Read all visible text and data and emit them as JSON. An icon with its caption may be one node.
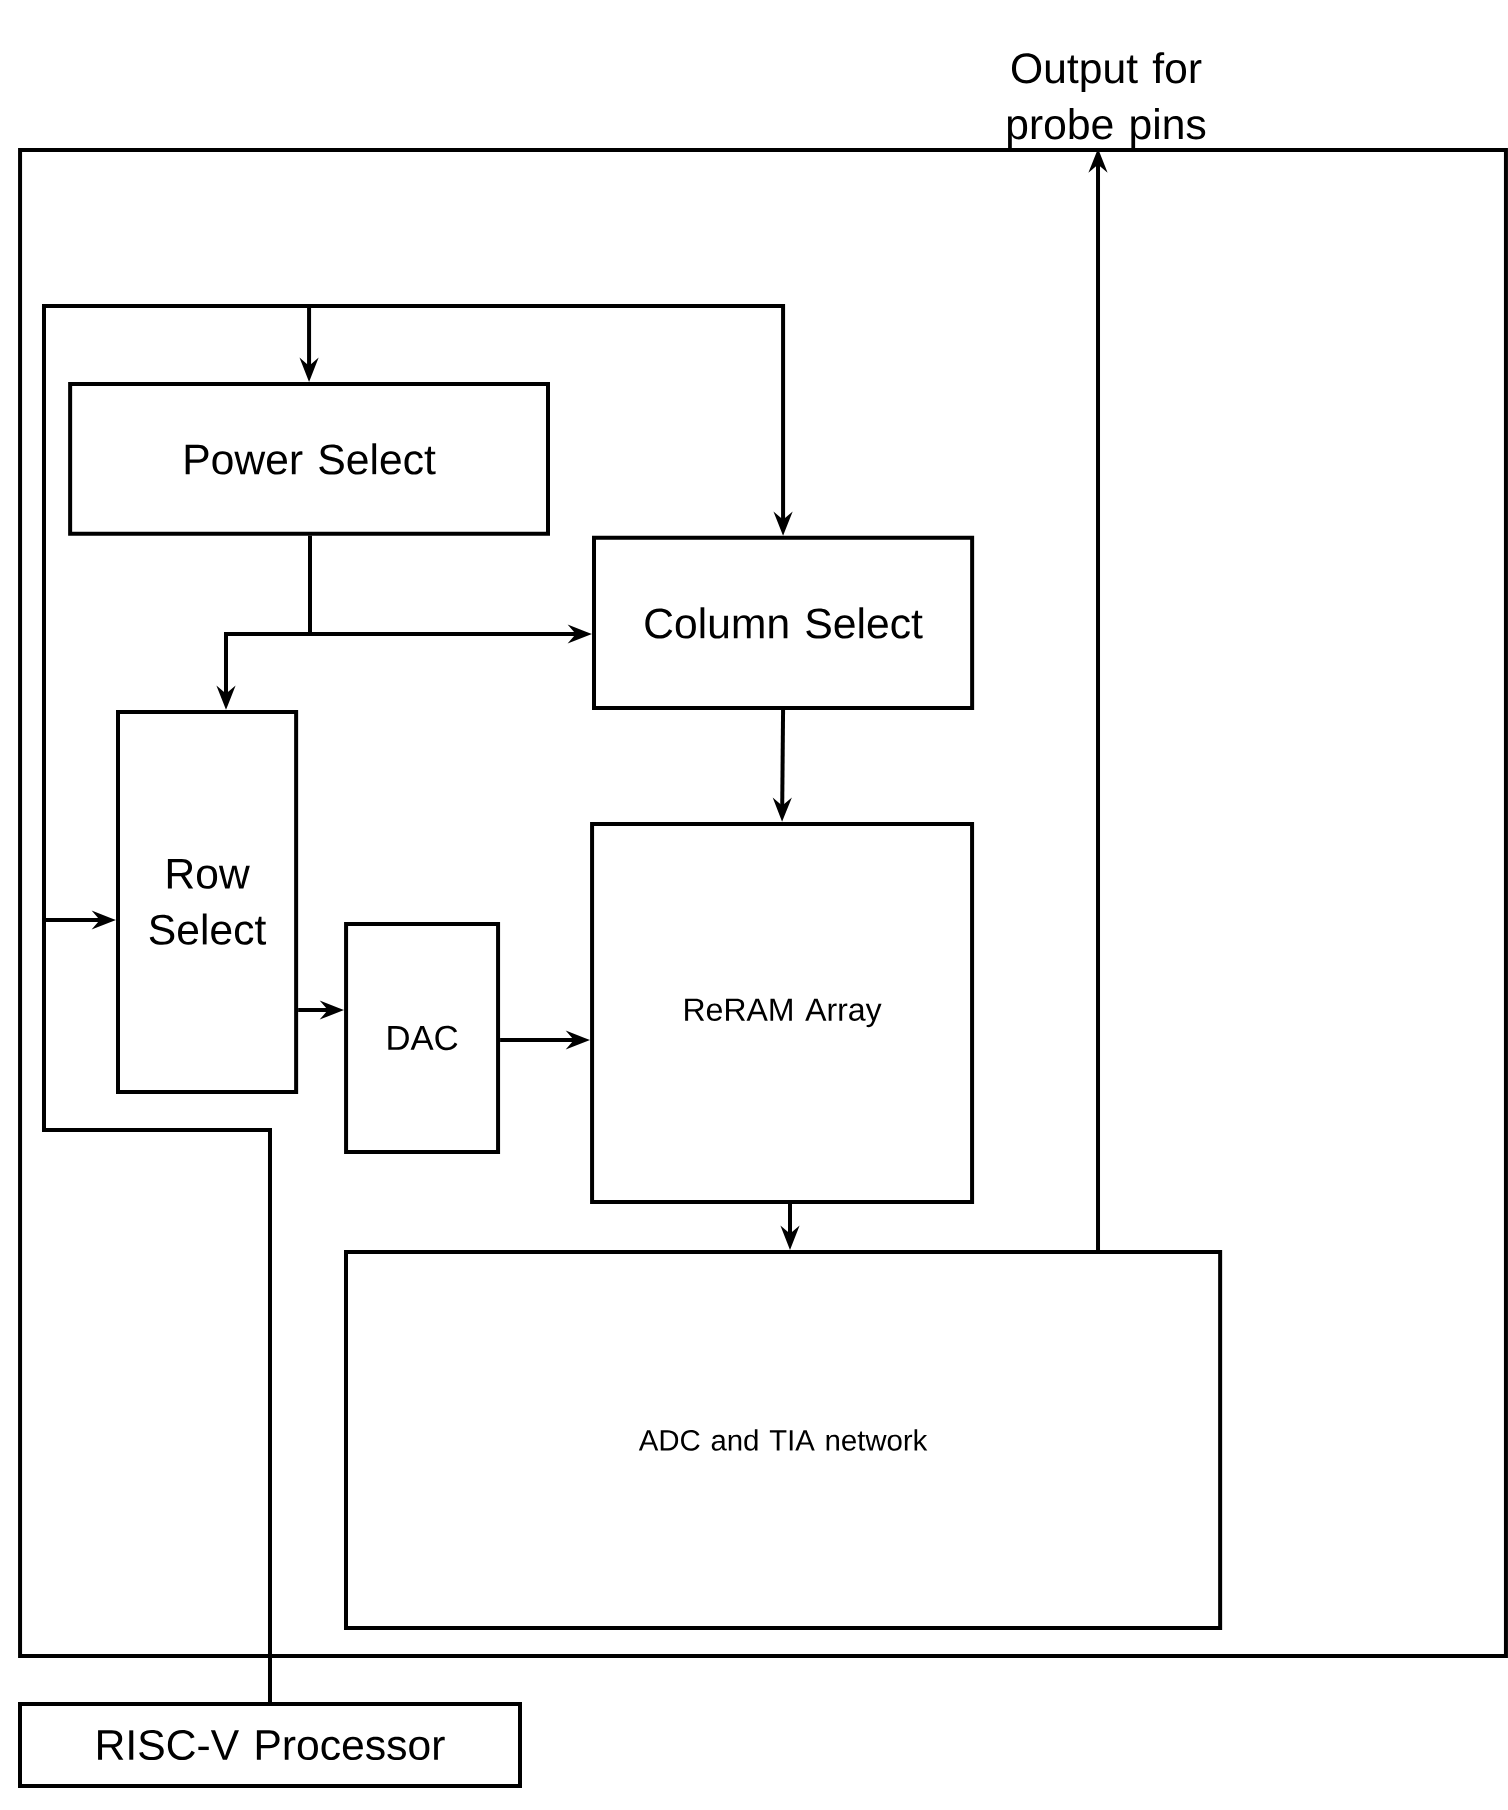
{
  "diagram": {
    "nodes": [
      {
        "text": [],
        "shape": "box"
      },
      {
        "text": [
          "Power Select"
        ],
        "in": 0
      },
      {
        "text": [
          "Column Select"
        ],
        "in": 0
      },
      {
        "text": [
          "Row Select"
        ],
        "in": 0
      },
      {
        "text": [
          "DAC"
        ],
        "in": 0
      },
      {
        "text": [
          "ReRAM Array"
        ],
        "in": 0
      },
      {
        "text": [
          "ADC and TIA network"
        ],
        "in": 0
      },
      {
        "text": [
          "RISC-V Processor"
        ]
      },
      {
        "text": [
          "Output for probe pins"
        ]
      }
    ],
    "edges": [
      {
        "from": 7,
        "to": 1,
        "arrow": "to"
      },
      {
        "from": 7,
        "to": 2,
        "arrow": "to"
      },
      {
        "from": 7,
        "to": 3,
        "arrow": "to"
      },
      {
        "from": 1,
        "to": 2,
        "arrow": "to"
      },
      {
        "from": 1,
        "to": 3,
        "arrow": "to"
      },
      {
        "from": 2,
        "to": 5,
        "arrow": "to"
      },
      {
        "from": 3,
        "to": 4,
        "arrow": "to"
      },
      {
        "from": 4,
        "to": 5,
        "arrow": "to"
      },
      {
        "from": 5,
        "to": 6,
        "arrow": "to"
      },
      {
        "from": 6,
        "to": 8,
        "arrow": "to"
      }
    ]
  }
}
